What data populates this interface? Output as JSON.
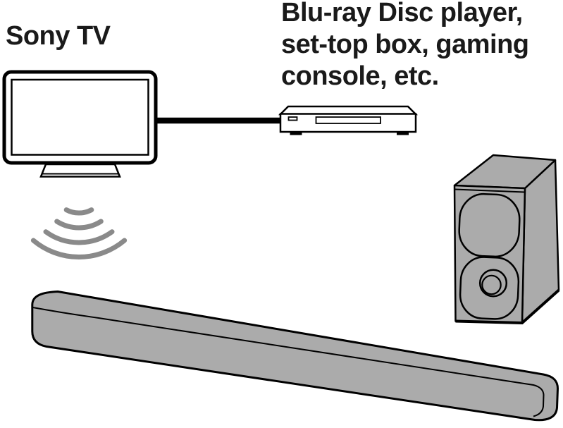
{
  "diagram": {
    "title": "Wireless TV / soundbar connection diagram",
    "labels": {
      "tv": "Sony TV",
      "source_devices": "Blu-ray Disc player,\nset-top box, gaming\nconsole, etc."
    },
    "components": {
      "tv": "Sony TV set",
      "cable": "HDMI cable between source device and TV",
      "av_player": "Blu-ray Disc player / set-top box / gaming console",
      "wireless": "wireless signal waves between TV and soundbar",
      "soundbar": "soundbar speaker",
      "surround_speaker": "box speaker"
    },
    "colors": {
      "background": "#ffffff",
      "device_fill": "#ababab",
      "outline": "#000000",
      "wave": "#8a8a8a",
      "text": "#1a1a1a",
      "screen_fill": "#ffffff"
    }
  }
}
